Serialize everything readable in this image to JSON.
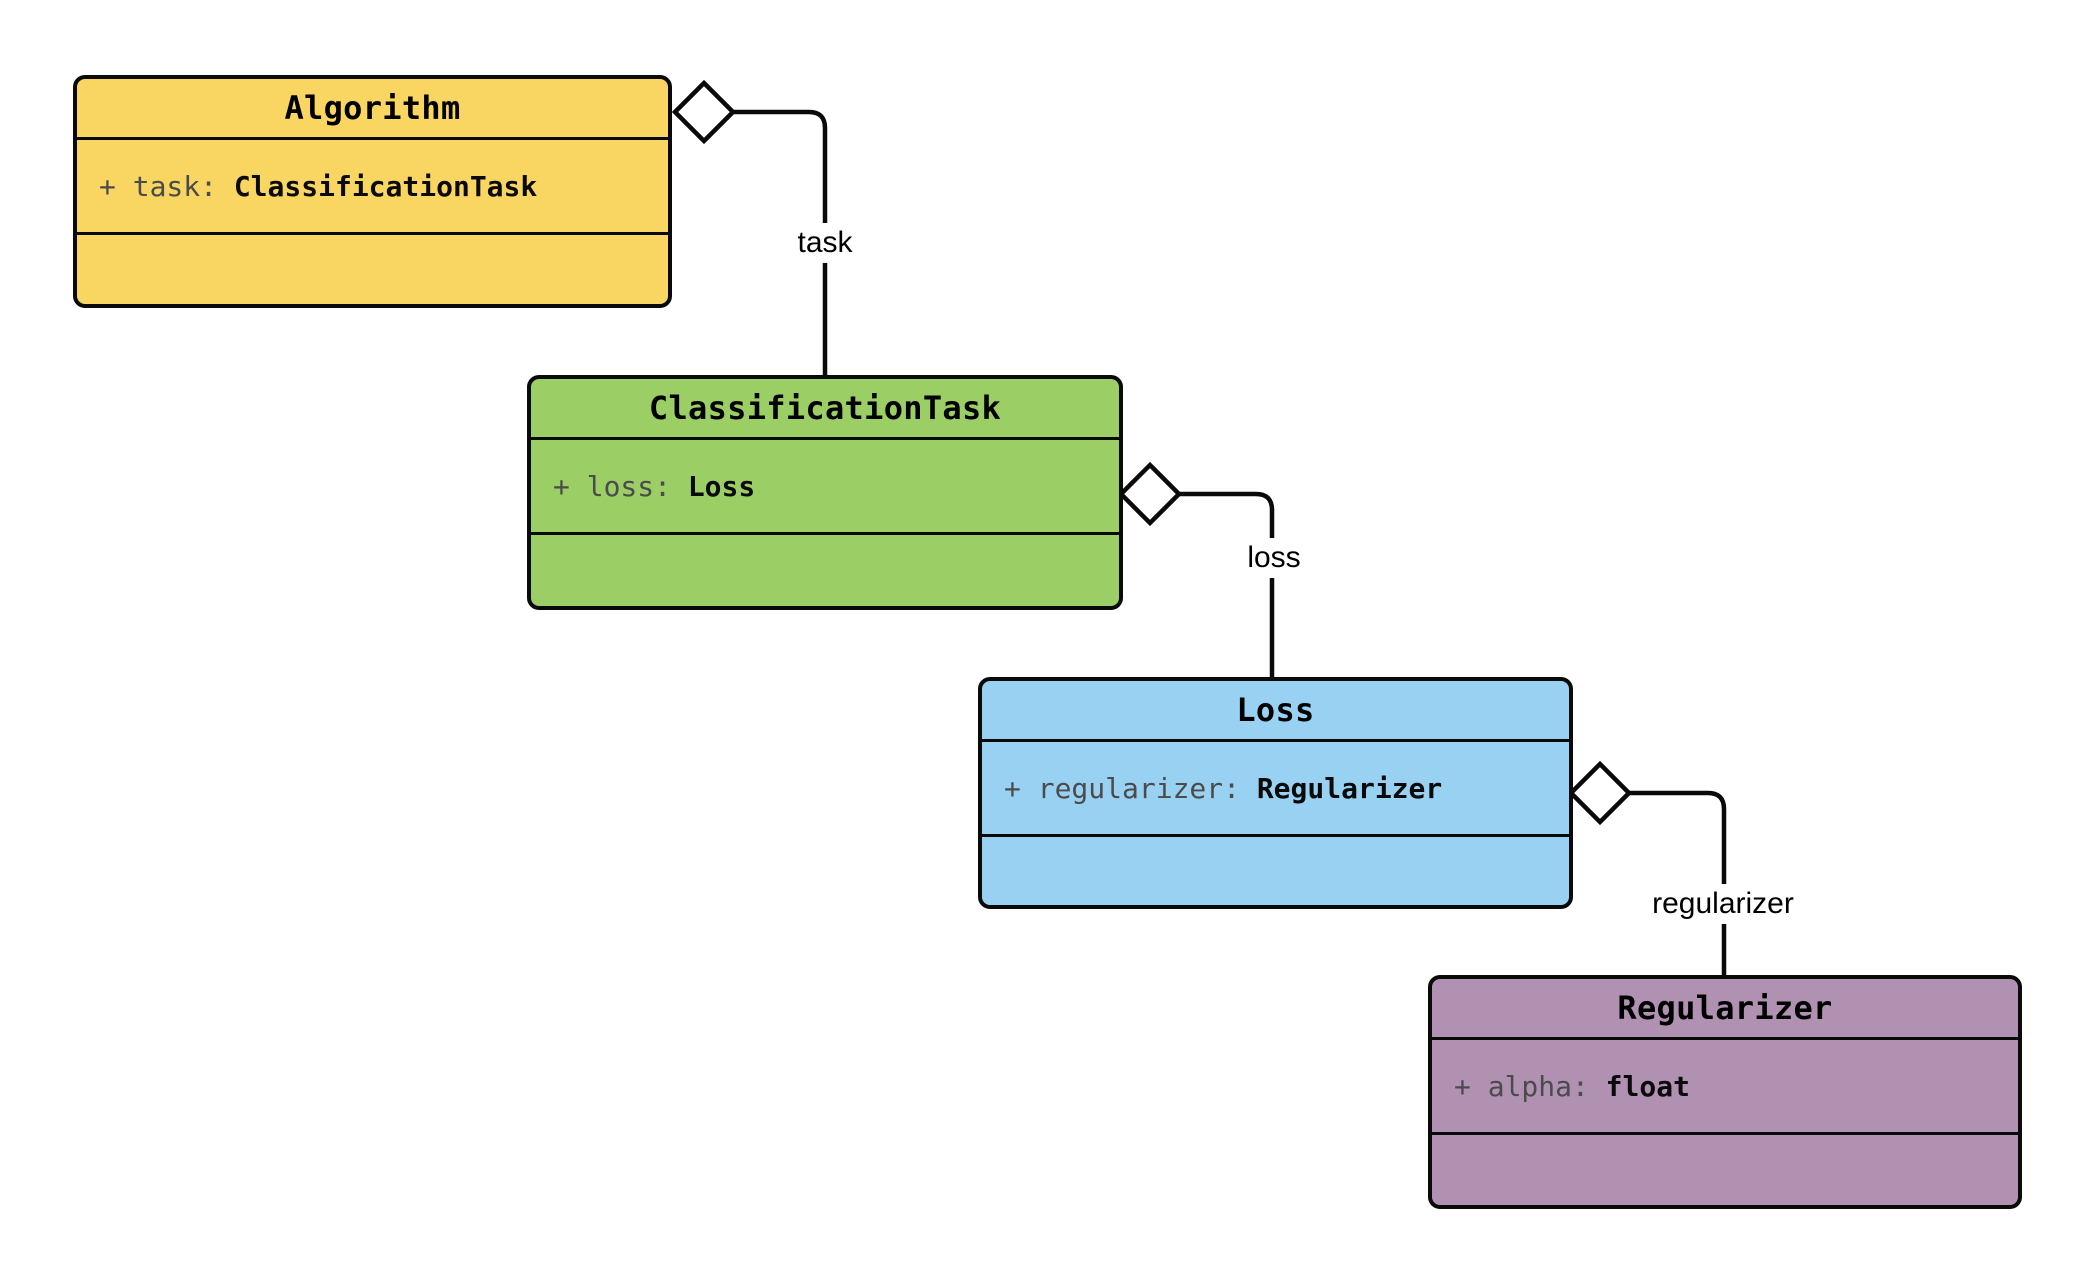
{
  "diagram": {
    "kind": "uml-class-diagram",
    "classes": [
      {
        "name": "Algorithm",
        "attribute": {
          "label": "+ task:",
          "type": "ClassificationTask"
        },
        "fill": "#F9D662"
      },
      {
        "name": "ClassificationTask",
        "attribute": {
          "label": "+ loss:",
          "type": "Loss"
        },
        "fill": "#9CCE66"
      },
      {
        "name": "Loss",
        "attribute": {
          "label": "+ regularizer:",
          "type": "Regularizer"
        },
        "fill": "#99D1F2"
      },
      {
        "name": "Regularizer",
        "attribute": {
          "label": "+ alpha:",
          "type": "float"
        },
        "fill": "#B191B1"
      }
    ],
    "edges": [
      {
        "from": "Algorithm",
        "to": "ClassificationTask",
        "label": "task",
        "kind": "aggregation"
      },
      {
        "from": "ClassificationTask",
        "to": "Loss",
        "label": "loss",
        "kind": "aggregation"
      },
      {
        "from": "Loss",
        "to": "Regularizer",
        "label": "regularizer",
        "kind": "aggregation"
      }
    ],
    "colors": {
      "line": "#0a0a0a",
      "diamond_fill": "#ffffff",
      "attr_name_text": "#4b4b4b",
      "attr_type_text": "#0a0a0a",
      "background": "#ffffff"
    }
  }
}
